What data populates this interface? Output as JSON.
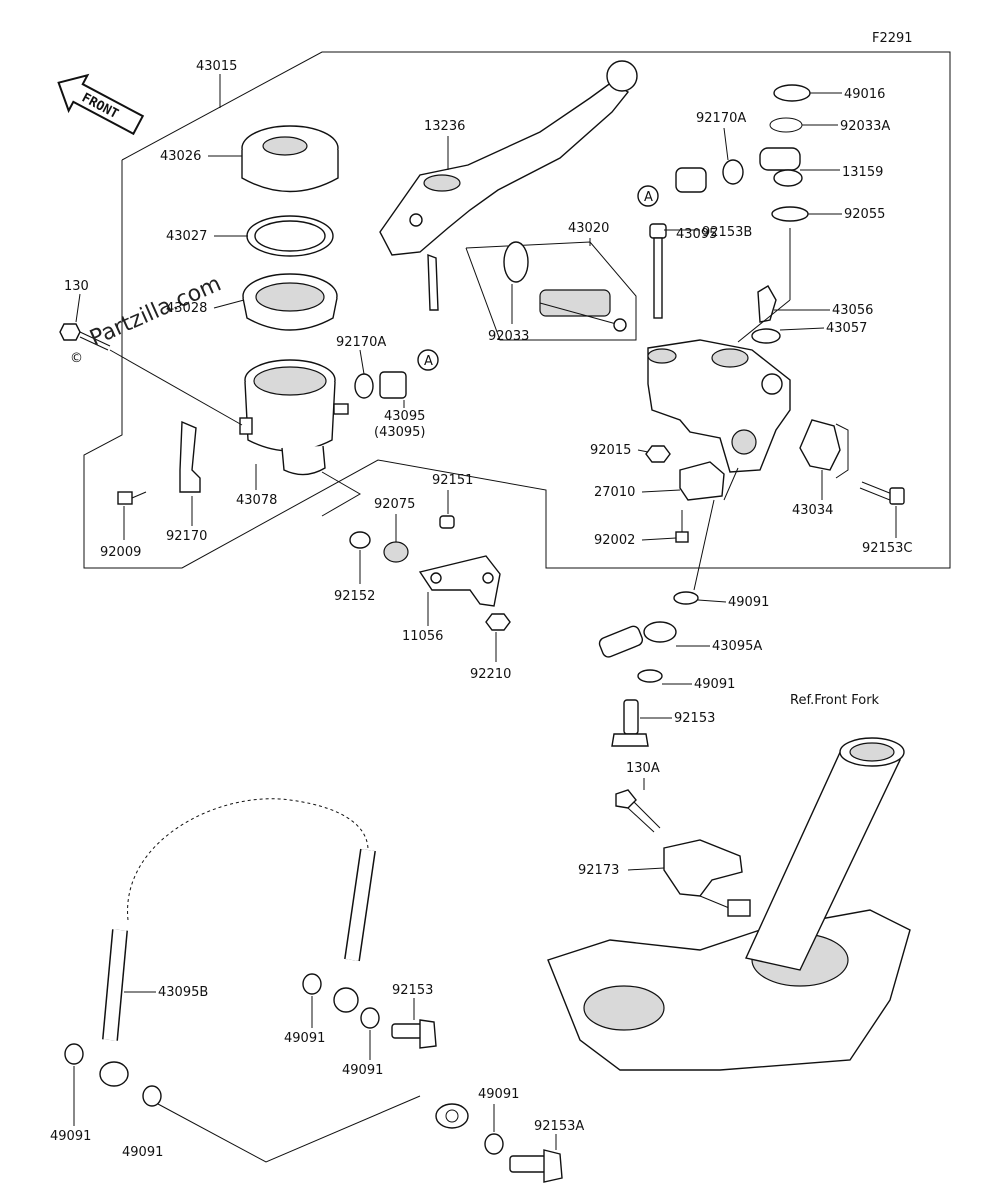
{
  "figure_code": "F2291",
  "front_arrow": "FRONT",
  "watermark": "Partzilla.com",
  "copyright_symbol": "©",
  "ref_note": "Ref.Front Fork",
  "callout_a": "A",
  "parts": [
    "43015",
    "43026",
    "43027",
    "43028",
    "130",
    "92170A",
    "43095",
    "(43095)",
    "43078",
    "92170",
    "92009",
    "13236",
    "43020",
    "92033",
    "92170A",
    "92153B",
    "43095",
    "49016",
    "92033A",
    "13159",
    "92055",
    "43056",
    "43057",
    "92015",
    "27010",
    "92002",
    "43034",
    "92153C",
    "92151",
    "92075",
    "92152",
    "11056",
    "92210",
    "49091",
    "43095A",
    "49091",
    "92153",
    "130A",
    "92173",
    "43095B",
    "49091",
    "49091",
    "92153",
    "49091",
    "49091",
    "49091",
    "92153A"
  ]
}
